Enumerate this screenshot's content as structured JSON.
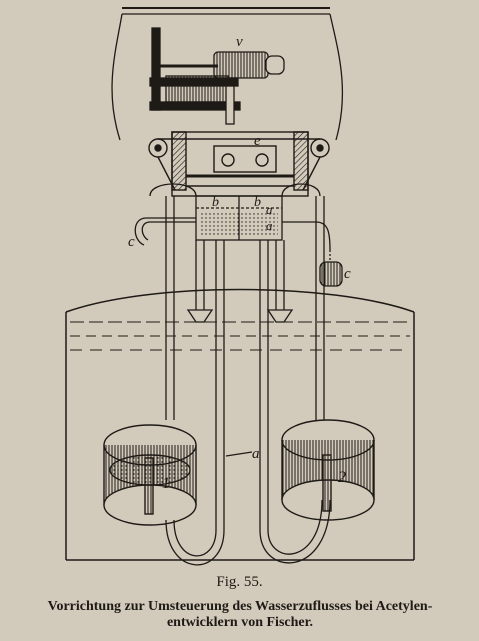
{
  "figure": {
    "number_label": "Fig. 55.",
    "caption_line1": "Vorrichtung zur Umsteuerung des Wasserzuflusses bei Acetylen-",
    "caption_line2": "entwicklern von Fischer.",
    "letters": {
      "v": "v",
      "e": "e",
      "b_left": "b",
      "b_right": "b",
      "a_top": "a",
      "a_mid": "a",
      "a_pipe": "a",
      "c_left": "c",
      "c_right": "c",
      "gen_1": "1",
      "gen_2": "2"
    }
  },
  "colors": {
    "paper": "#d2cabb",
    "ink": "#1e1a16"
  }
}
